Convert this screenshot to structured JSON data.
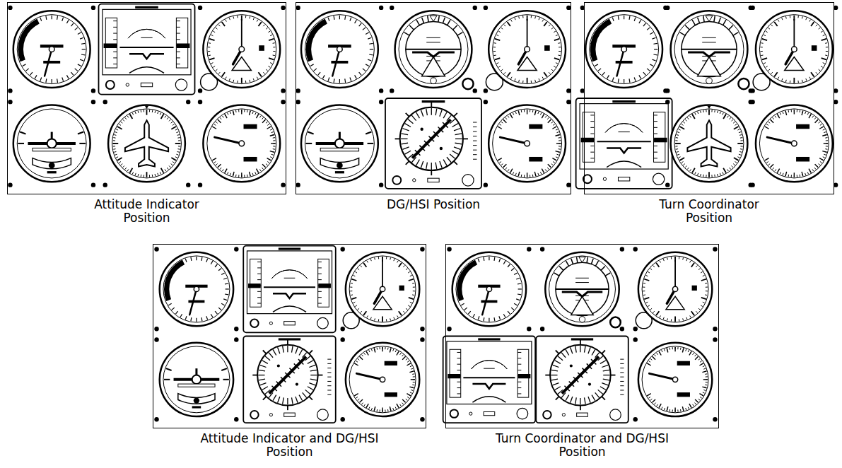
{
  "diagram": {
    "nodes": [
      {
        "text": [
          "Attitude Indicator Position"
        ]
      },
      {
        "text": [
          "DG/HSI Position"
        ]
      },
      {
        "text": [
          "Turn Coordinator Position"
        ]
      },
      {
        "text": [
          "Attitude Indicator and DG/HSI Position"
        ]
      },
      {
        "text": [
          "Turn Coordinator and DG/HSI Position"
        ]
      }
    ]
  }
}
